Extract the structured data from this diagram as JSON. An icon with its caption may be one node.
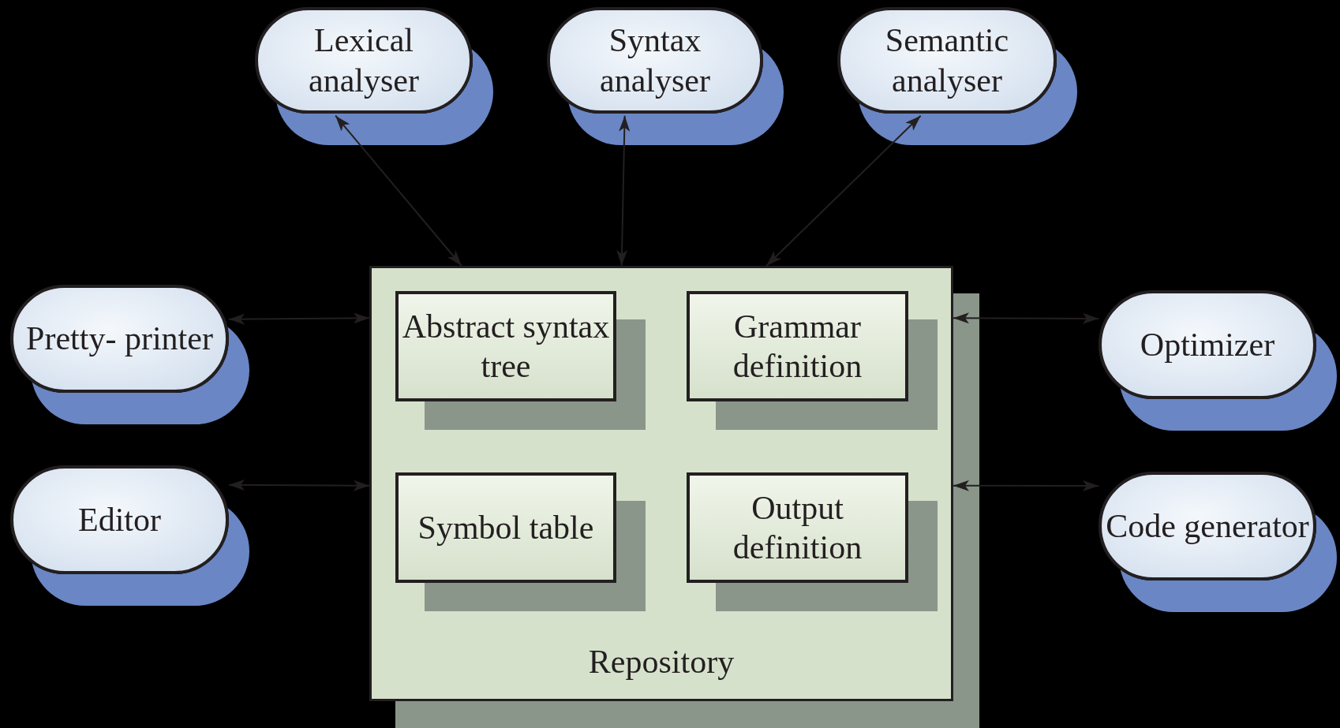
{
  "diagram": {
    "nodes": [
      {
        "text": [
          "Lexical analyser"
        ]
      },
      {
        "text": [
          "Syntax analyser"
        ]
      },
      {
        "text": [
          "Semantic analyser"
        ]
      },
      {
        "text": [
          "Pretty- printer"
        ]
      },
      {
        "text": [
          "Repository"
        ]
      },
      {
        "text": [
          "Abstract syntax tree"
        ],
        "in": 4
      },
      {
        "text": [
          "Grammar definition"
        ],
        "in": 4
      },
      {
        "text": [
          "Symbol table"
        ],
        "in": 4
      },
      {
        "text": [
          "Output definition"
        ],
        "in": 4
      },
      {
        "text": [
          "Optimizer"
        ]
      },
      {
        "text": [
          "Editor"
        ]
      },
      {
        "text": [
          "Code generator"
        ]
      }
    ],
    "edges": [
      {
        "from": 0,
        "to": 4,
        "arrow": "both"
      },
      {
        "from": 1,
        "to": 4,
        "arrow": "both"
      },
      {
        "from": 2,
        "to": 4,
        "arrow": "both"
      },
      {
        "from": 3,
        "to": 4,
        "arrow": "both"
      },
      {
        "from": 9,
        "to": 4,
        "arrow": "both"
      },
      {
        "from": 10,
        "to": 4,
        "arrow": "both"
      },
      {
        "from": 11,
        "to": 4,
        "arrow": "both"
      }
    ]
  }
}
